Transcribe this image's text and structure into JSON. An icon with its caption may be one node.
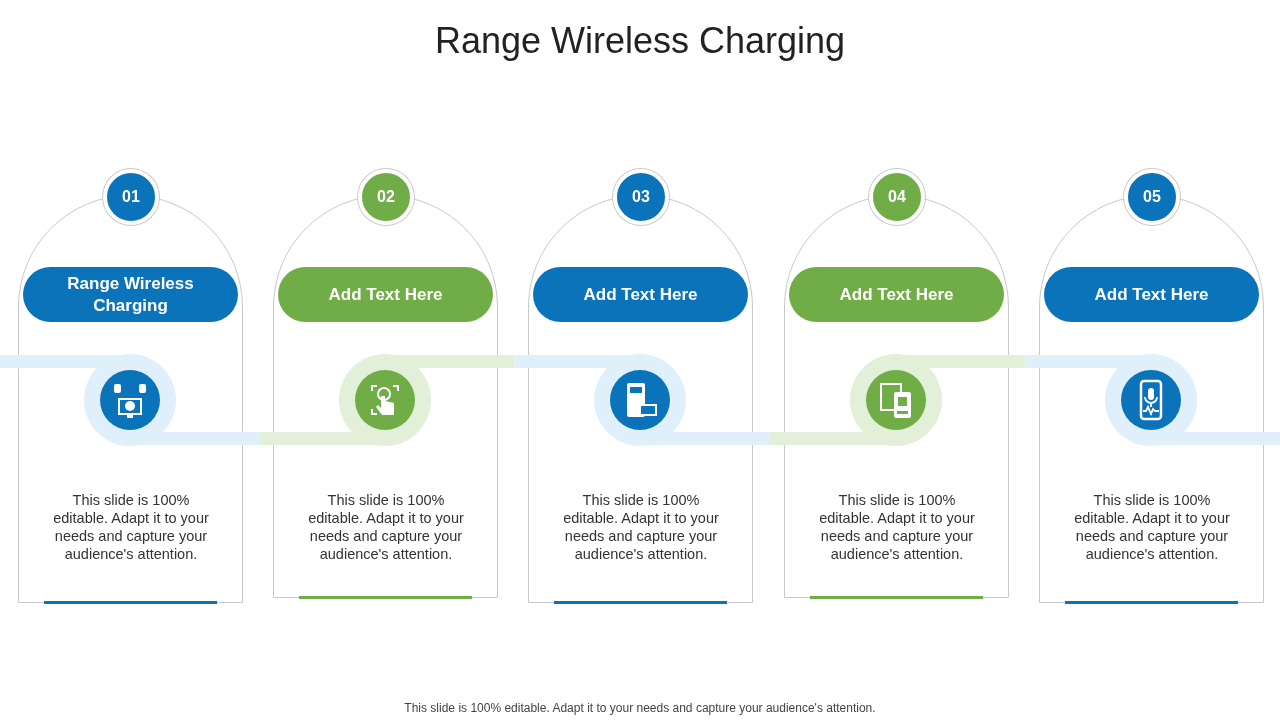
{
  "diagram": {
    "title": "Range Wireless Charging",
    "caption": "This slide is 100% editable. Adapt it to your needs and capture your audience's attention.",
    "nodes": [
      {
        "text": [
          "This slide is 100% editable. Adapt it to your needs and capture your audience's attention."
        ]
      },
      {
        "text": [
          "01"
        ],
        "in": 0
      },
      {
        "text": [
          "Range Wireless Charging"
        ],
        "in": 0
      },
      {
        "text": [
          "This slide is 100% editable. Adapt it to your needs and capture your audience's attention."
        ]
      },
      {
        "text": [
          "02"
        ],
        "in": 3
      },
      {
        "text": [
          "Add Text Here"
        ],
        "in": 3
      },
      {
        "text": [
          "This slide is 100% editable. Adapt it to your needs and capture your audience's attention."
        ]
      },
      {
        "text": [
          "03"
        ],
        "in": 6
      },
      {
        "text": [
          "Add Text Here"
        ],
        "in": 6
      },
      {
        "text": [
          "This slide is 100% editable. Adapt it to your needs and capture your audience's attention."
        ]
      },
      {
        "text": [
          "04"
        ],
        "in": 9
      },
      {
        "text": [
          "Add Text Here"
        ],
        "in": 9
      },
      {
        "text": [
          "This slide is 100% editable. Adapt it to your needs and capture your audience's attention."
        ]
      },
      {
        "text": [
          "05"
        ],
        "in": 12
      },
      {
        "text": [
          "Add Text Here"
        ],
        "in": 12
      }
    ],
    "edges": []
  }
}
